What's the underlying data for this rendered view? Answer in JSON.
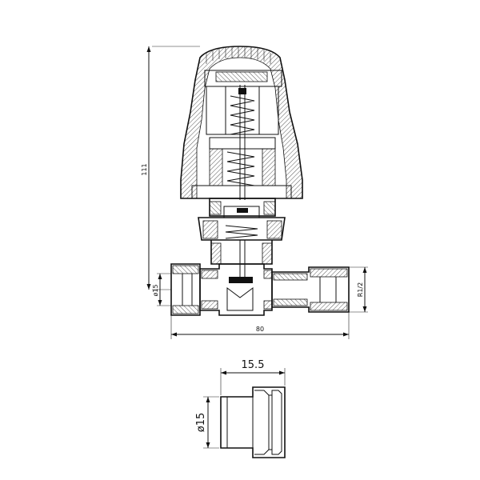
{
  "valve_dimensions": {
    "height": "111",
    "width": "80",
    "pipe_diameter": "ø15",
    "thread": "R1/2"
  },
  "adapter_dimensions": {
    "length": "15.5",
    "diameter": "ø15"
  },
  "colors": {
    "line": "#111111",
    "background": "#ffffff"
  }
}
